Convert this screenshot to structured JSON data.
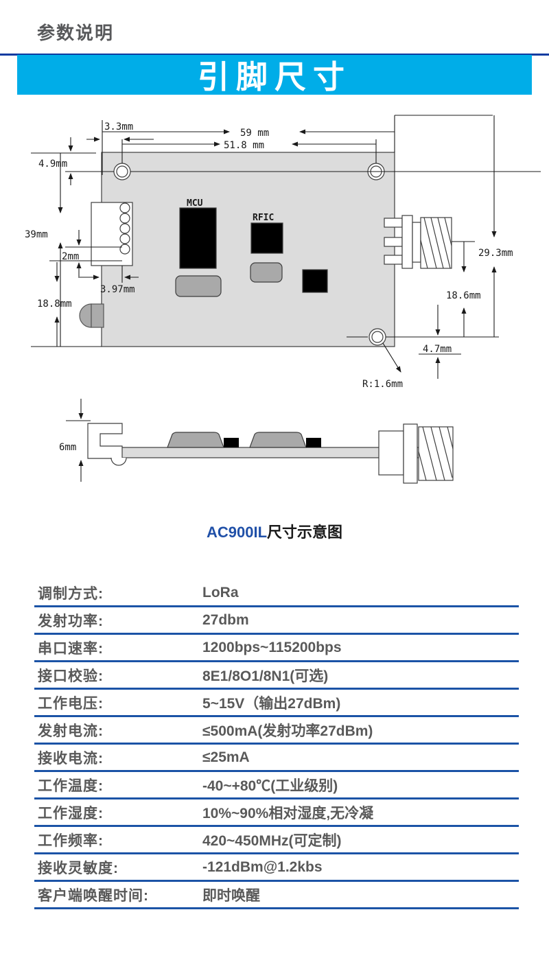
{
  "header": {
    "title": "参数说明",
    "banner": "引脚尺寸"
  },
  "colors": {
    "banner_cyan": "#00ade8",
    "navy_rule": "#0a3aa0",
    "table_rule_blue": "#1b53a6",
    "text_gray": "#595959",
    "model_blue": "#2050a8"
  },
  "diagram": {
    "caption": {
      "model": "AC900IL",
      "suffix": "尺寸示意图"
    },
    "chips": {
      "mcu": "MCU",
      "rfic": "RFIC"
    },
    "dims": {
      "hole_left_offset": "3.3mm",
      "board_width": "59 mm",
      "hole_span": "51.8 mm",
      "hole_top_offset": "4.9mm",
      "board_height": "39mm",
      "pin_pitch": "2mm",
      "pin_col_offset": "3.97mm",
      "lower_left": "18.8mm",
      "antenna_height": "29.3mm",
      "antenna_to_bottom": "18.6mm",
      "hole_bottom_offset": "4.7mm",
      "hole_radius": "R:1.6mm",
      "side_height": "6mm"
    }
  },
  "specs": {
    "rows": [
      {
        "label": "调制方式:",
        "value": "LoRa"
      },
      {
        "label": "发射功率:",
        "value": "27dbm"
      },
      {
        "label": "串口速率:",
        "value": "1200bps~115200bps"
      },
      {
        "label": "接口校验:",
        "value": "8E1/8O1/8N1(可选)"
      },
      {
        "label": "工作电压:",
        "value": "5~15V（输出27dBm)"
      },
      {
        "label": "发射电流:",
        "value": "≤500mA(发射功率27dBm)"
      },
      {
        "label": "接收电流:",
        "value": "≤25mA"
      },
      {
        "label": "工作温度:",
        "value": "-40~+80℃(工业级别)"
      },
      {
        "label": "工作湿度:",
        "value": "10%~90%相对湿度,无冷凝"
      },
      {
        "label": "工作频率:",
        "value": "420~450MHz(可定制)"
      },
      {
        "label": "接收灵敏度:",
        "value": "-121dBm@1.2kbs"
      },
      {
        "label": "客户端唤醒时间:",
        "value": "即时唤醒"
      }
    ]
  }
}
